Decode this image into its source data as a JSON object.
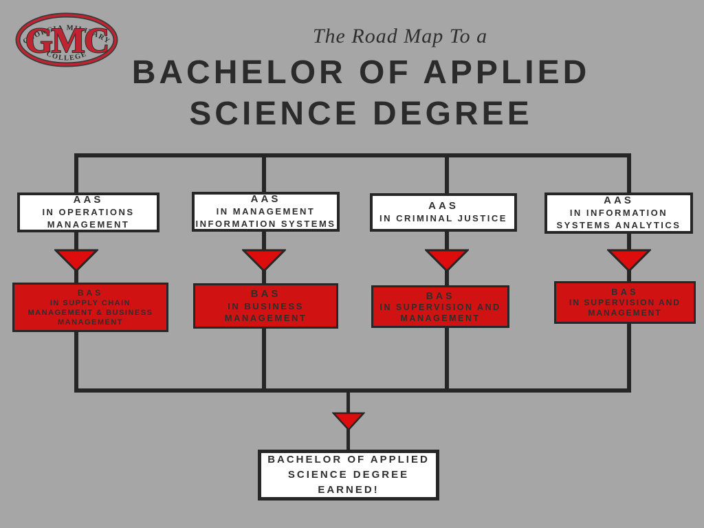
{
  "colors": {
    "background": "#a6a6a6",
    "line_dark": "#262626",
    "box_white": "#ffffff",
    "box_red": "#d01212",
    "triangle_red": "#de0d0d",
    "logo_red": "#bf2430",
    "text_dark": "#2e2e2e"
  },
  "logo": {
    "top": "GEORGIA MILITARY",
    "main": "GMC",
    "bottom": "COLLEGE"
  },
  "header": {
    "tagline": "The Road Map To a",
    "title_lines": [
      "BACHELOR OF APPLIED",
      "SCIENCE DEGREE"
    ]
  },
  "columns": [
    {
      "aas": {
        "degree": "AAS",
        "program": [
          "IN OPERATIONS",
          "MANAGEMENT"
        ]
      },
      "bas": {
        "degree": "BAS",
        "program": [
          "IN SUPPLY CHAIN",
          "MANAGEMENT & BUSINESS",
          "MANAGEMENT"
        ]
      }
    },
    {
      "aas": {
        "degree": "AAS",
        "program": [
          "IN MANAGEMENT",
          "INFORMATION SYSTEMS"
        ]
      },
      "bas": {
        "degree": "BAS",
        "program": [
          "IN BUSINESS",
          "MANAGEMENT"
        ]
      }
    },
    {
      "aas": {
        "degree": "AAS",
        "program": [
          "IN CRIMINAL JUSTICE"
        ]
      },
      "bas": {
        "degree": "BAS",
        "program": [
          "IN SUPERVISION AND",
          "MANAGEMENT"
        ]
      }
    },
    {
      "aas": {
        "degree": "AAS",
        "program": [
          "IN INFORMATION",
          "SYSTEMS ANALYTICS"
        ]
      },
      "bas": {
        "degree": "BAS",
        "program": [
          "IN SUPERVISION AND",
          "MANAGEMENT"
        ]
      }
    }
  ],
  "result": {
    "lines": [
      "BACHELOR OF APPLIED",
      "SCIENCE DEGREE",
      "EARNED!"
    ]
  }
}
